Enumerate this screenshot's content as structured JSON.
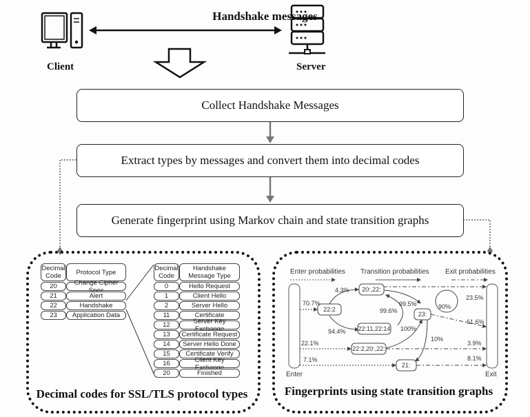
{
  "header": {
    "arrow_label": "Handshake messages",
    "client_label": "Client",
    "server_label": "Server",
    "client_icon": "desktop-computer-icon",
    "server_icon": "server-rack-icon"
  },
  "steps": [
    {
      "label": "Collect Handshake Messages"
    },
    {
      "label": "Extract types by messages and convert them into decimal codes"
    },
    {
      "label": "Generate fingerprint using Markov chain and state transition graphs"
    }
  ],
  "left_panel": {
    "caption": "Decimal codes for SSL/TLS protocol types",
    "protocol_table": {
      "headers": [
        "Decimal Code",
        "Protocol Type"
      ],
      "rows": [
        [
          "20",
          "Change Cipher Spec"
        ],
        [
          "21",
          "Alert"
        ],
        [
          "22",
          "Handshake"
        ],
        [
          "23",
          "Application Data"
        ]
      ]
    },
    "handshake_table": {
      "headers": [
        "Decimal Code",
        "Handshake Message Type"
      ],
      "rows": [
        [
          "0",
          "Hello Request"
        ],
        [
          "1",
          "Client Hello"
        ],
        [
          "2",
          "Server Hello"
        ],
        [
          "11",
          "Certificate"
        ],
        [
          "12",
          "Server Key Exchange"
        ],
        [
          "13",
          "Certificate Request"
        ],
        [
          "14",
          "Server Hello Done"
        ],
        [
          "15",
          "Certificate Verify"
        ],
        [
          "16",
          "Client Key Exchange"
        ],
        [
          "20",
          "Finished"
        ]
      ]
    }
  },
  "right_panel": {
    "caption": "Fingerprints using state transition graphs",
    "legend": {
      "enter": "Enter probabilities",
      "transition": "Transition probabilities",
      "exit": "Exit probabilities"
    },
    "enter_label": "Enter",
    "exit_label": "Exit",
    "states": {
      "s22_2": "22:2",
      "s20_22": "20:,22:",
      "s22_11_14": "22:11,22:14",
      "s23": "23:",
      "s22_2_20_22": "22:2,20:,22:",
      "s21": "21:"
    },
    "probabilities": {
      "enter_22_2": "70.7%",
      "enter_22_2_20_22": "22.1%",
      "enter_21": "7.1%",
      "t_22_2_to_20_22": "4.3%",
      "t_22_2_to_22_11_14": "94.4%",
      "t_22_11_14_to_20_22": "99.6%",
      "t_20_22_to_23": "99.5%",
      "t_22_2_20_22_to_23": "100%",
      "t_23_self": "90%",
      "t_23_to_21": "10%",
      "exit_20_22": "23.5%",
      "exit_23": "61.6%",
      "exit_22_2_20_22": "3.9%",
      "exit_21": "8.1%"
    }
  }
}
